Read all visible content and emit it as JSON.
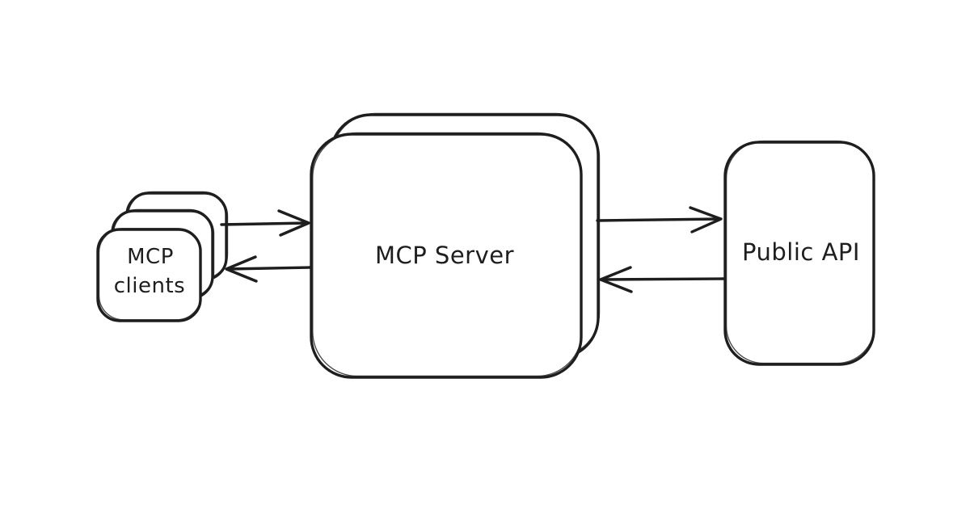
{
  "canvas": {
    "background": "#ffffff",
    "ink_color": "#1e1e1e",
    "style": "hand-drawn sketch diagram"
  },
  "nodes": {
    "clients": {
      "label_line1": "MCP",
      "label_line2": "clients",
      "shape": "stacked rounded cards x3"
    },
    "server": {
      "label": "MCP Server",
      "shape": "stacked rounded cards x2"
    },
    "api": {
      "label": "Public API",
      "shape": "rounded card"
    }
  },
  "edges": [
    {
      "from": "MCP clients",
      "to": "MCP Server",
      "direction": "right"
    },
    {
      "from": "MCP Server",
      "to": "MCP clients",
      "direction": "left"
    },
    {
      "from": "MCP Server",
      "to": "Public API",
      "direction": "right"
    },
    {
      "from": "Public API",
      "to": "MCP Server",
      "direction": "left"
    }
  ]
}
